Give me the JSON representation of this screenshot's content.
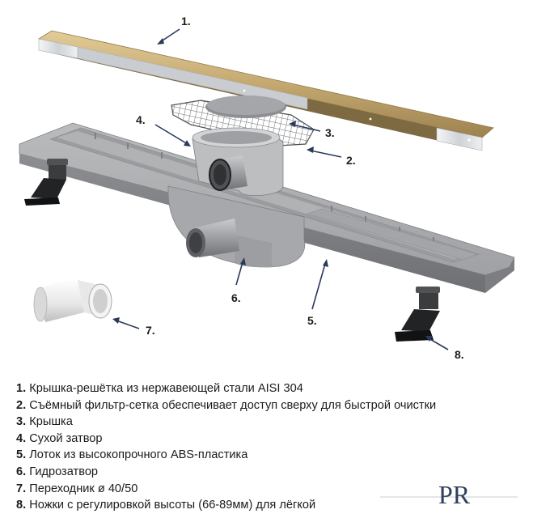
{
  "callouts": [
    {
      "number": "1.",
      "part": 1
    },
    {
      "number": "2.",
      "part": 2
    },
    {
      "number": "3.",
      "part": 3
    },
    {
      "number": "4.",
      "part": 4
    },
    {
      "number": "5.",
      "part": 5
    },
    {
      "number": "6.",
      "part": 6
    },
    {
      "number": "7.",
      "part": 7
    },
    {
      "number": "8.",
      "part": 8
    }
  ],
  "legend": [
    {
      "number": "1.",
      "text": "Крышка-решётка из нержавеющей стали AISI 304"
    },
    {
      "number": "2.",
      "text": "Съёмный фильтр-сетка обеспечивает доступ сверху для быстрой очистки"
    },
    {
      "number": "3.",
      "text": "Крышка"
    },
    {
      "number": "4.",
      "text": "Сухой затвор"
    },
    {
      "number": "5.",
      "text": "Лоток из высокопрочного ABS-пластика"
    },
    {
      "number": "6.",
      "text": "Гидрозатвор"
    },
    {
      "number": "7.",
      "text": "Переходник  ø 40/50"
    },
    {
      "number": "8.",
      "text": "Ножки с регулировкой высоты (66-89мм) для лёгкой"
    }
  ],
  "logo": {
    "letters": "PR",
    "color": "#2e3f5c"
  },
  "colors": {
    "cover_gold": "#c3a76f",
    "cover_steel": "#d9dcdf",
    "tray_gray": "#a9abad",
    "tray_dark": "#8f9194",
    "text": "#1b1b1b"
  }
}
